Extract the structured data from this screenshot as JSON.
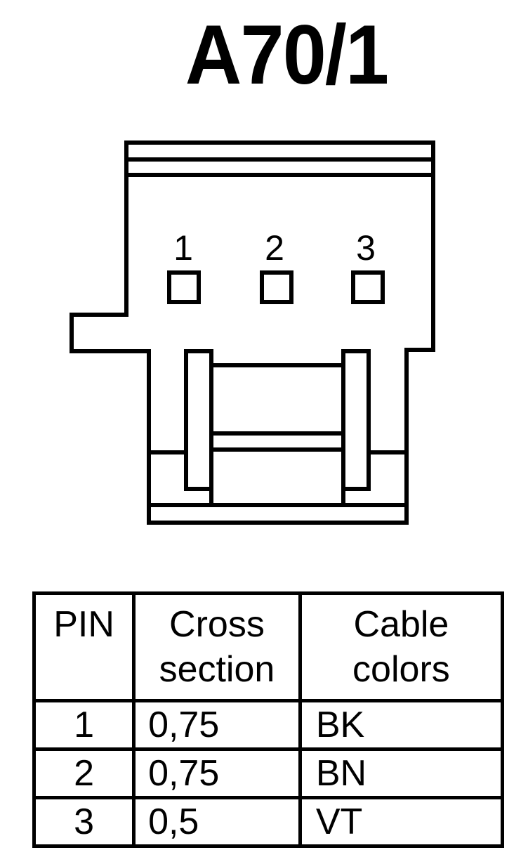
{
  "title": "A70/1",
  "connector": {
    "pin_labels": [
      "1",
      "2",
      "3"
    ]
  },
  "table": {
    "headers": {
      "pin": "PIN",
      "cross_line1": "Cross",
      "cross_line2": "section",
      "color_line1": "Cable",
      "color_line2": "colors"
    },
    "rows": [
      {
        "pin": "1",
        "cross": "0,75",
        "color": "BK"
      },
      {
        "pin": "2",
        "cross": "0,75",
        "color": "BN"
      },
      {
        "pin": "3",
        "cross": "0,5",
        "color": "VT"
      }
    ]
  }
}
